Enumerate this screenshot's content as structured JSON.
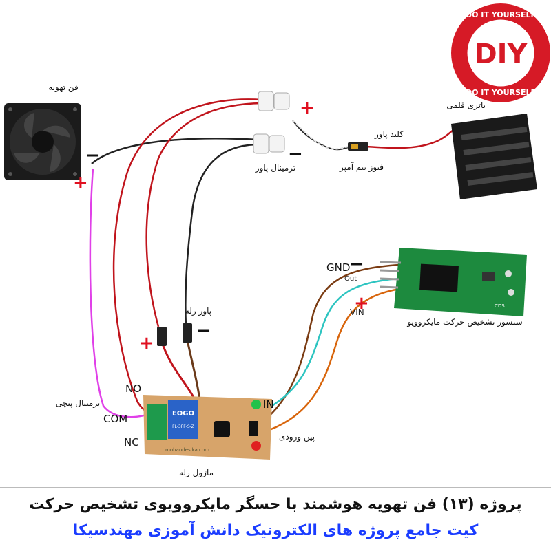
{
  "labels": {
    "fan": "فن تهویه",
    "battery": "باتری قلمی",
    "power_key": "کلید پاور",
    "fuse": "فیوز نیم آمپر",
    "power_terminal": "ترمینال پاور",
    "relay_power": "پاور رله",
    "sensor": "سنسور تشخیص  حرکت مایکروویو",
    "screw_terminal": "ترمینال پیچی",
    "input_pin": "پین ورودی",
    "relay_module": "ماژول رله"
  },
  "pins": {
    "gnd": "GND",
    "out": "Out",
    "vin": "VIN",
    "no": "NO",
    "com": "COM",
    "nc": "NC",
    "in": "IN"
  },
  "signs": {
    "plus": "+",
    "minus": "−"
  },
  "badge": {
    "text": "DIY",
    "ring": "DO IT YOURSELF"
  },
  "footer": {
    "title": "پروژه (۱۳) فن تهویه هوشمند با حسگر مایکروویوی تشخیص حرکت",
    "subtitle": "کیت جامع پروژه های الکترونیک دانش آموزی مهندسیکا"
  },
  "board_text": {
    "relay_brand": "EOGO",
    "relay_model": "FL-3FF-S-Z",
    "relay_web": "mohandesika.com",
    "sensor_cds": "CDS"
  },
  "colors": {
    "wire_red": "#c0141c",
    "wire_black": "#222222",
    "wire_pink": "#e040e8",
    "wire_brown": "#7a3b12",
    "wire_cyan": "#2cc4c0",
    "wire_orange": "#d8650c",
    "sign_red": "#e01020",
    "badge_red": "#d61a26",
    "subtitle_blue": "#1a3cff",
    "pcb_green": "#1d8a3e",
    "relay_pcb": "#d7a46a",
    "relay_blue": "#2a63c8"
  }
}
